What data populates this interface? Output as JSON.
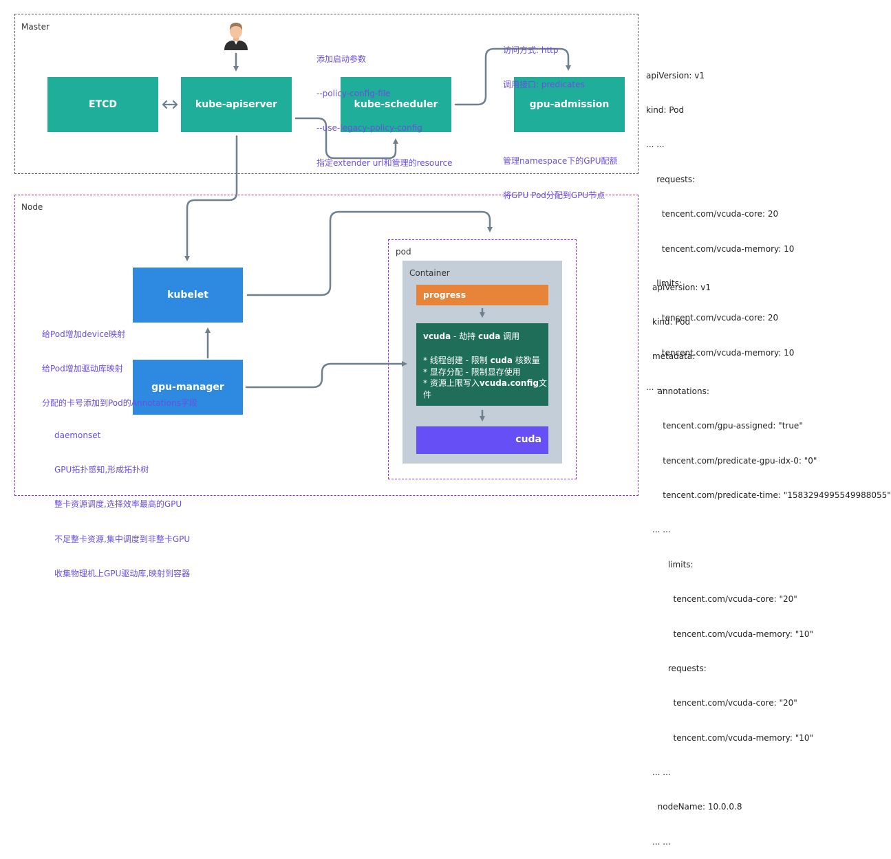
{
  "master": {
    "label": "Master",
    "etcd": "ETCD",
    "apiserver": "kube-apiserver",
    "scheduler": "kube-scheduler",
    "admission": "gpu-admission",
    "scheduler_notes": [
      "添加启动参数",
      "--policy-config-file",
      "--use-legacy-policy-config",
      "指定extender url和管理的resource"
    ],
    "access_notes": [
      "访问方式: http",
      "调用接口: predicates"
    ],
    "admission_notes": [
      "管理namespace下的GPU配额",
      "将GPU Pod分配到GPU节点"
    ]
  },
  "node": {
    "label": "Node",
    "kubelet": "kubelet",
    "gpu_manager": "gpu-manager",
    "kubelet_notes": [
      "给Pod增加device映射",
      "给Pod增加驱动库映射",
      "分配的卡号添加到Pod的Annotations字段"
    ],
    "manager_notes": [
      "daemonset",
      "GPU拓扑感知,形成拓扑树",
      "整卡资源调度,选择效率最高的GPU",
      "不足整卡资源,集中调度到非整卡GPU",
      "收集物理机上GPU驱动库,映射到容器"
    ],
    "pod": {
      "label": "pod",
      "container_label": "Container",
      "progress": "progress",
      "vcuda_title_bold": "vcuda",
      "vcuda_title_dash": " - 劫持 ",
      "vcuda_title_bold2": "cuda",
      "vcuda_title_tail": " 调用",
      "vcuda_line1_a": "* 线程创建 - 限制 ",
      "vcuda_line1_b": "cuda",
      "vcuda_line1_c": " 核数量",
      "vcuda_line2": "* 显存分配 - 限制显存使用",
      "vcuda_line3_a": "* 资源上限写入",
      "vcuda_line3_b": "vcuda.config",
      "vcuda_line3_c": "文件",
      "cuda": "cuda"
    }
  },
  "yaml_top": [
    "apiVersion: v1",
    "kind: Pod",
    "... ...",
    "    requests:",
    "      tencent.com/vcuda-core: 20",
    "      tencent.com/vcuda-memory: 10",
    "    limits:",
    "      tencent.com/vcuda-core: 20",
    "      tencent.com/vcuda-memory: 10",
    "... ..."
  ],
  "yaml_bottom": [
    "apiVersion: v1",
    "kind: Pod",
    "metadata:",
    "  annotations:",
    "    tencent.com/gpu-assigned: \"true\"",
    "    tencent.com/predicate-gpu-idx-0: \"0\"",
    "    tencent.com/predicate-time: \"1583294995549988055\"",
    "... ...",
    "      limits:",
    "        tencent.com/vcuda-core: \"20\"",
    "        tencent.com/vcuda-memory: \"10\"",
    "      requests:",
    "        tencent.com/vcuda-core: \"20\"",
    "        tencent.com/vcuda-memory: \"10\"",
    "... ...",
    "  nodeName: 10.0.0.8",
    "... ..."
  ],
  "colors": {
    "teal": "#1fae99",
    "blue": "#2e8ae0",
    "orange": "#e8843a",
    "dark_green": "#1e6e5a",
    "purple_box": "#6650f5",
    "note_purple": "#6a4fe0",
    "node_border": "#8a2be2",
    "connector": "#6f7f8c"
  },
  "icons": {
    "user": "user-avatar-icon"
  }
}
